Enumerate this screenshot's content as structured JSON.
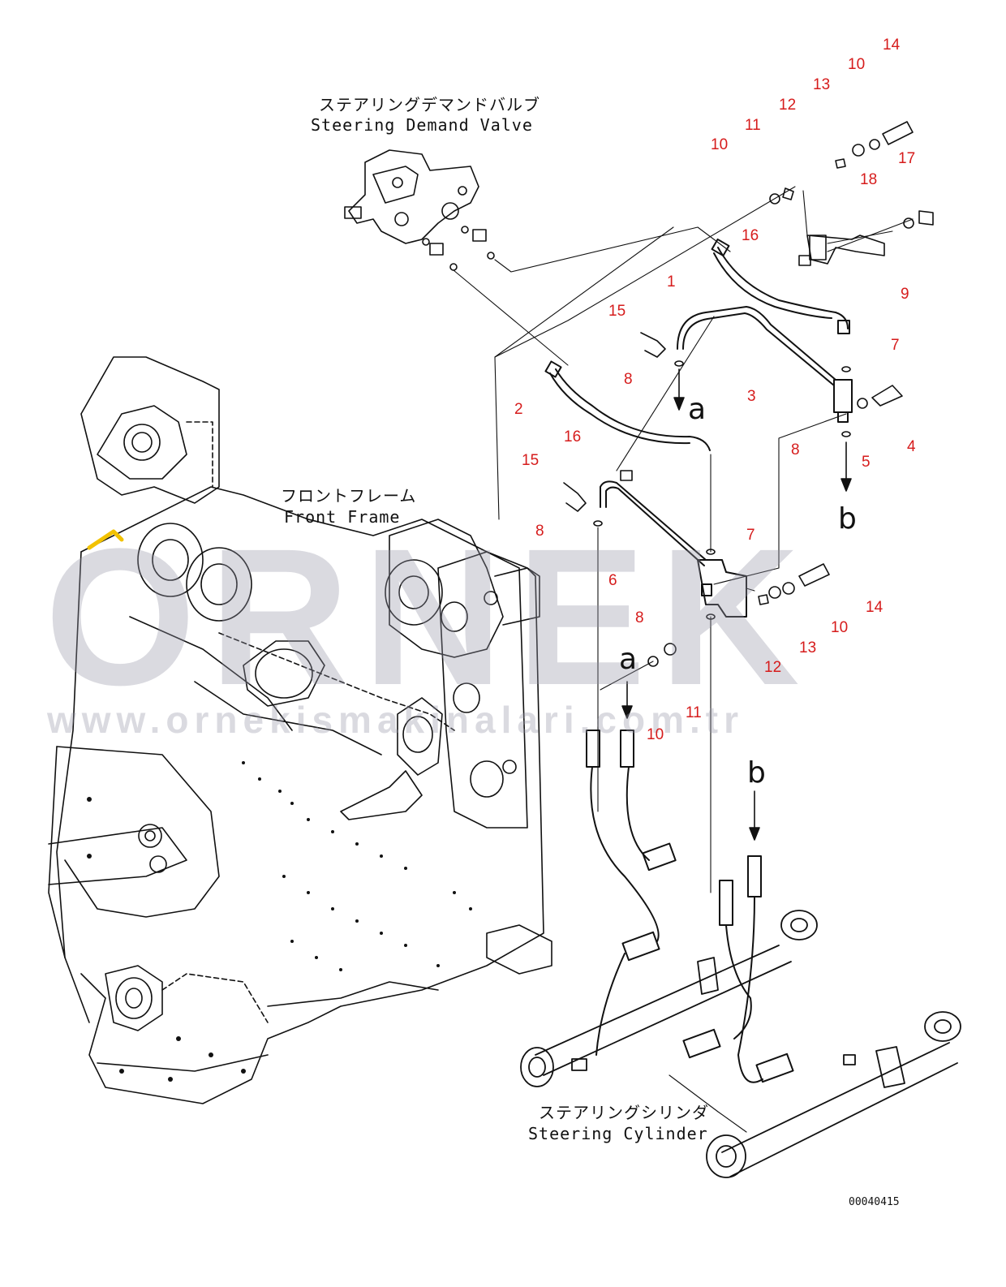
{
  "labels": {
    "demand_valve_jp": "ステアリングデマンドバルブ",
    "demand_valve_en": "Steering Demand Valve",
    "front_frame_jp": "フロントフレーム",
    "front_frame_en": "Front Frame",
    "cylinder_jp": "ステアリングシリンダ",
    "cylinder_en": "Steering Cylinder"
  },
  "arrows": {
    "a": "a",
    "b": "b"
  },
  "callouts": [
    "14",
    "10",
    "13",
    "12",
    "11",
    "10",
    "17",
    "18",
    "16",
    "1",
    "9",
    "15",
    "7",
    "8",
    "3",
    "2",
    "4",
    "5",
    "16",
    "8",
    "15",
    "7",
    "8",
    "6",
    "14",
    "8",
    "10",
    "13",
    "12",
    "11",
    "10"
  ],
  "watermark": {
    "brand": "ORNEK",
    "url": "www.ornekismakinalari.com.tr"
  },
  "drawing_number": "00040415",
  "colors": {
    "callout": "#d61c1c",
    "line": "#111111",
    "watermark": "#9696a5",
    "accent": "#f2c200"
  }
}
